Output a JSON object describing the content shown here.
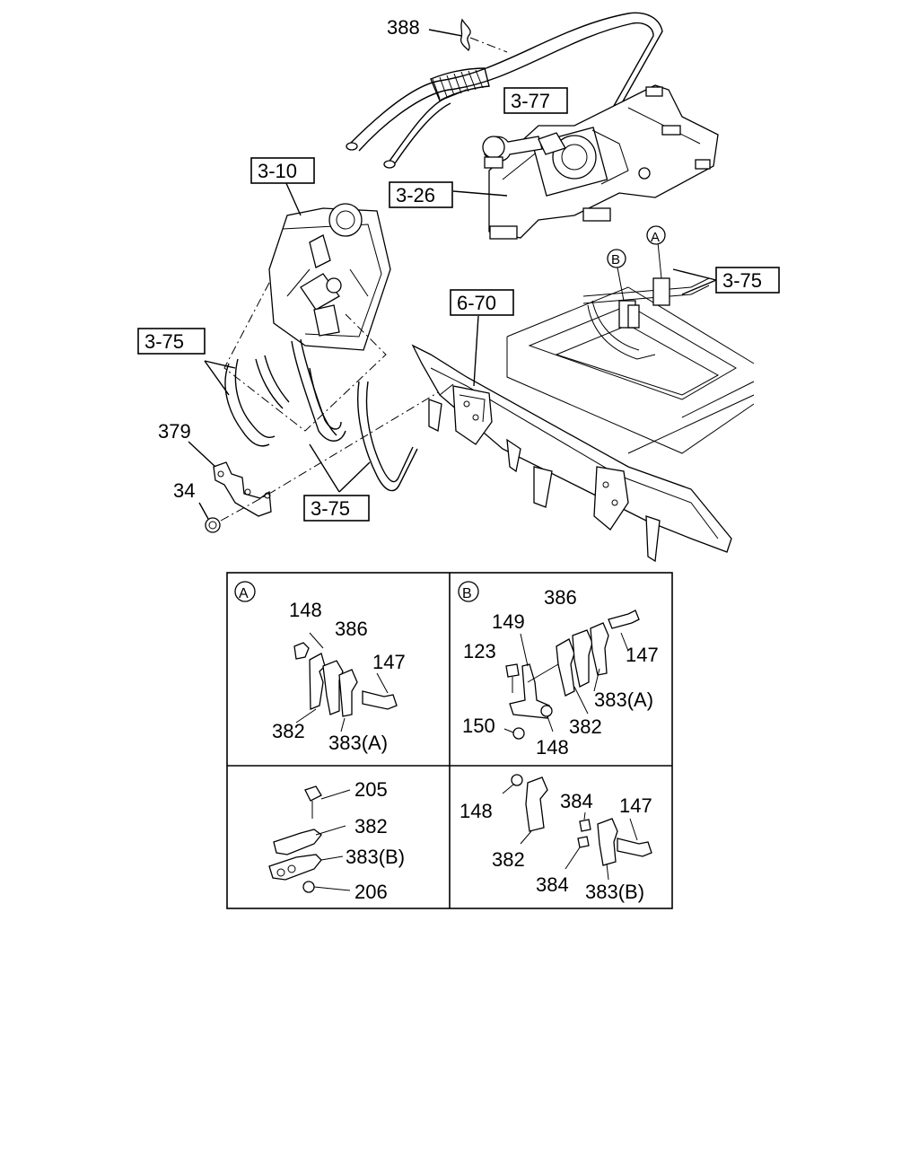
{
  "callouts": {
    "c388": "388",
    "c3_77": "3-77",
    "c3_10": "3-10",
    "c3_26": "3-26",
    "c3_75_right": "3-75",
    "c3_75_left": "3-75",
    "c3_75_bottom": "3-75",
    "c6_70": "6-70",
    "c379": "379",
    "c34": "34",
    "marker_a": "A",
    "marker_b": "B"
  },
  "detail_a": {
    "marker": "A",
    "p148": "148",
    "p386": "386",
    "p147": "147",
    "p382": "382",
    "p383a": "383(A)"
  },
  "detail_b": {
    "marker": "B",
    "p386": "386",
    "p149": "149",
    "p123": "123",
    "p147": "147",
    "p383a": "383(A)",
    "p150": "150",
    "p148": "148",
    "p382": "382"
  },
  "detail_c": {
    "p205": "205",
    "p382": "382",
    "p383b": "383(B)",
    "p206": "206"
  },
  "detail_d": {
    "p148": "148",
    "p384_top": "384",
    "p147": "147",
    "p382": "382",
    "p384_bottom": "384",
    "p383b": "383(B)"
  }
}
